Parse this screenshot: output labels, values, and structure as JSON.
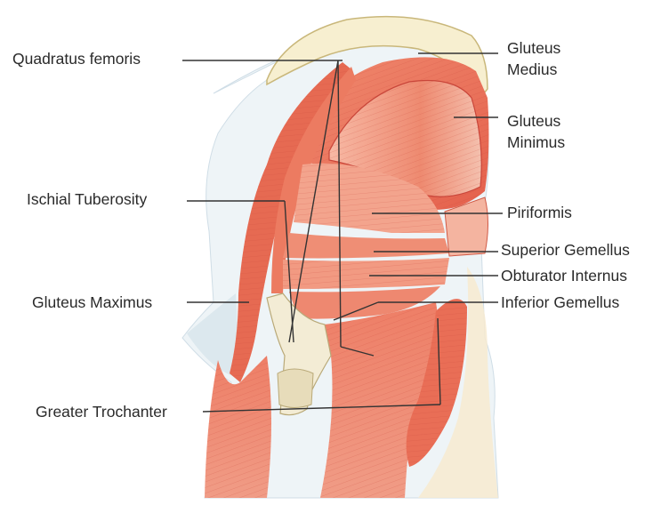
{
  "labels": {
    "quadratus_femoris": "Quadratus femoris",
    "gluteus_medius_line1": "Gluteus",
    "gluteus_medius_line2": "Medius",
    "gluteus_minimus_line1": "Gluteus",
    "gluteus_minimus_line2": "Minimus",
    "ischial_tuberosity": "Ischial Tuberosity",
    "piriformis": "Piriformis",
    "superior_gemellus": "Superior Gemellus",
    "obturator_internus": "Obturator Internus",
    "gluteus_maximus": "Gluteus Maximus",
    "inferior_gemellus": "Inferior Gemellus",
    "greater_trochanter": "Greater Trochanter"
  },
  "colors": {
    "muscle": "#e8705a",
    "muscle_light": "#f4a793",
    "muscle_dark": "#c9463a",
    "tendon": "#f6eedd",
    "bone": "#f3ecd5",
    "shadow": "#bcd3df",
    "leader": "#333333"
  }
}
